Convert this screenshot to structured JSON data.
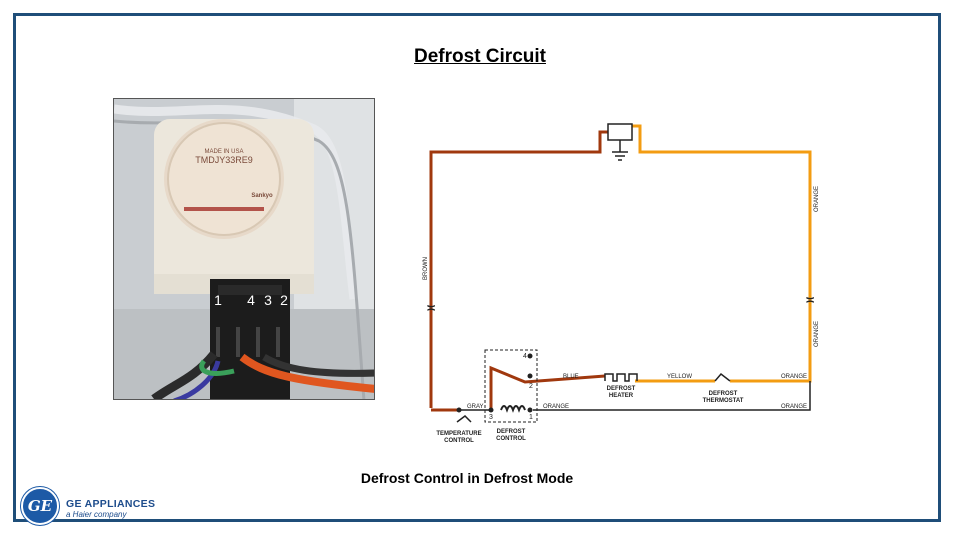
{
  "slide": {
    "title": "Defrost Circuit",
    "caption": "Defrost Control in Defrost Mode"
  },
  "photo": {
    "timer_label_line1": "MADE IN USA",
    "timer_model": "TMDJY33RE9",
    "timer_brand": "Sankyo",
    "terminal_numbers": [
      "1",
      "4",
      "3",
      "2"
    ]
  },
  "diagram": {
    "wire_labels": {
      "brown": "BROWN",
      "orange_top": "ORANGE",
      "orange_right": "ORANGE",
      "blue": "BLUE",
      "yellow": "YELLOW",
      "orange_mid": "ORANGE",
      "gray": "GRAY",
      "orange_left": "ORANGE",
      "orange_bottom": "ORANGE"
    },
    "components": {
      "heater_line1": "DEFROST",
      "heater_line2": "HEATER",
      "thermostat_line1": "DEFROST",
      "thermostat_line2": "THERMOSTAT",
      "temp_control_line1": "TEMPERATURE",
      "temp_control_line2": "CONTROL",
      "defrost_control_line1": "DEFROST",
      "defrost_control_line2": "CONTROL"
    },
    "terminals": [
      "4",
      "2",
      "3",
      "1"
    ],
    "colors": {
      "brown": "#a0380e",
      "orange": "#f39c12",
      "black": "#222222"
    }
  },
  "brand": {
    "logo_letters": "GE",
    "name": "GE APPLIANCES",
    "tagline": "a Haier company"
  }
}
